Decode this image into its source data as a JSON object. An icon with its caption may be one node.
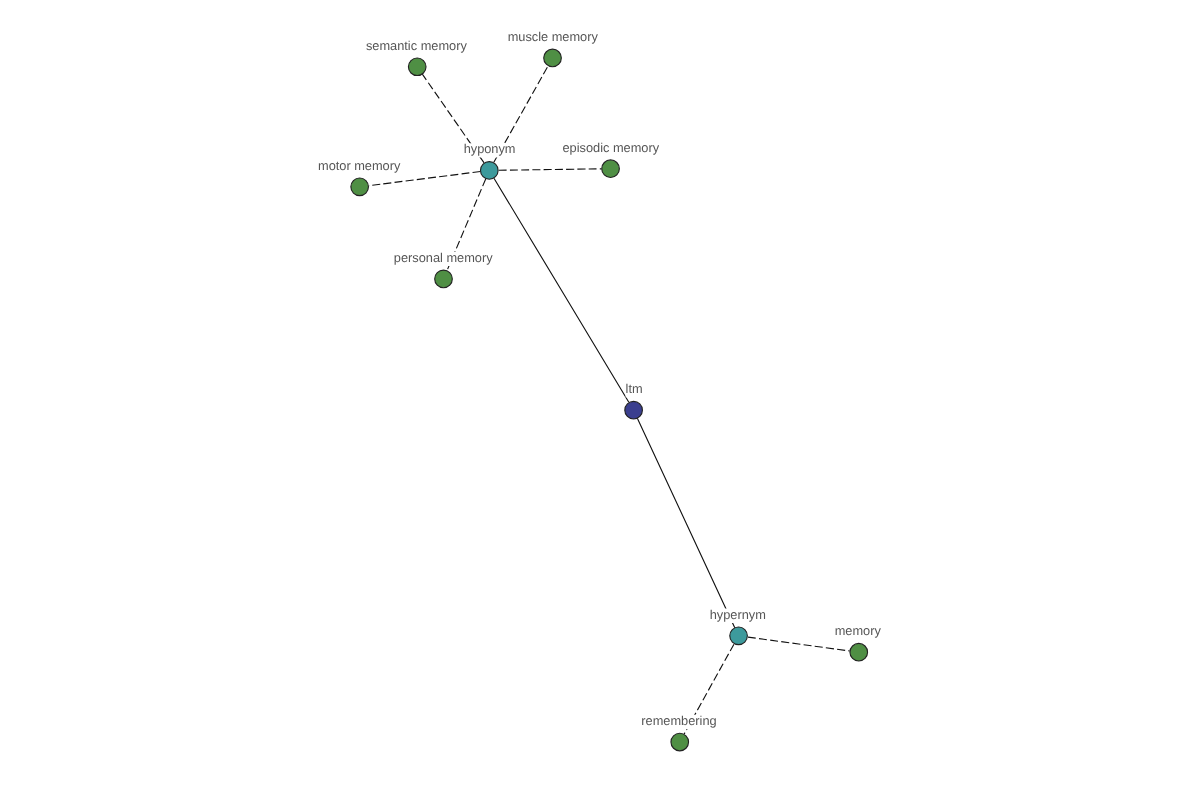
{
  "diagram": {
    "nodes": [
      {
        "text": [
          "motor memory"
        ]
      },
      {
        "text": [
          "episodic memory"
        ]
      },
      {
        "text": [
          "personal memory"
        ]
      },
      {
        "text": [
          "muscle memory"
        ]
      },
      {
        "text": [
          "hyponym"
        ]
      },
      {
        "text": [
          "semantic memory"
        ]
      },
      {
        "text": [
          "ltm"
        ]
      },
      {
        "text": [
          "hypernym"
        ]
      },
      {
        "text": [
          "remembering"
        ]
      },
      {
        "text": [
          "memory"
        ]
      }
    ],
    "edges": [
      {
        "from": 6,
        "to": 4,
        "arrow": "none"
      },
      {
        "from": 6,
        "to": 7,
        "arrow": "none"
      },
      {
        "from": 4,
        "to": 0,
        "arrow": "none",
        "style": "dashed"
      },
      {
        "from": 4,
        "to": 1,
        "arrow": "none",
        "style": "dashed"
      },
      {
        "from": 4,
        "to": 2,
        "arrow": "none",
        "style": "dashed"
      },
      {
        "from": 4,
        "to": 3,
        "arrow": "none",
        "style": "dashed"
      },
      {
        "from": 4,
        "to": 5,
        "arrow": "none",
        "style": "dashed"
      },
      {
        "from": 7,
        "to": 8,
        "arrow": "none",
        "style": "dashed"
      },
      {
        "from": 7,
        "to": 9,
        "arrow": "none",
        "style": "dashed"
      }
    ]
  }
}
